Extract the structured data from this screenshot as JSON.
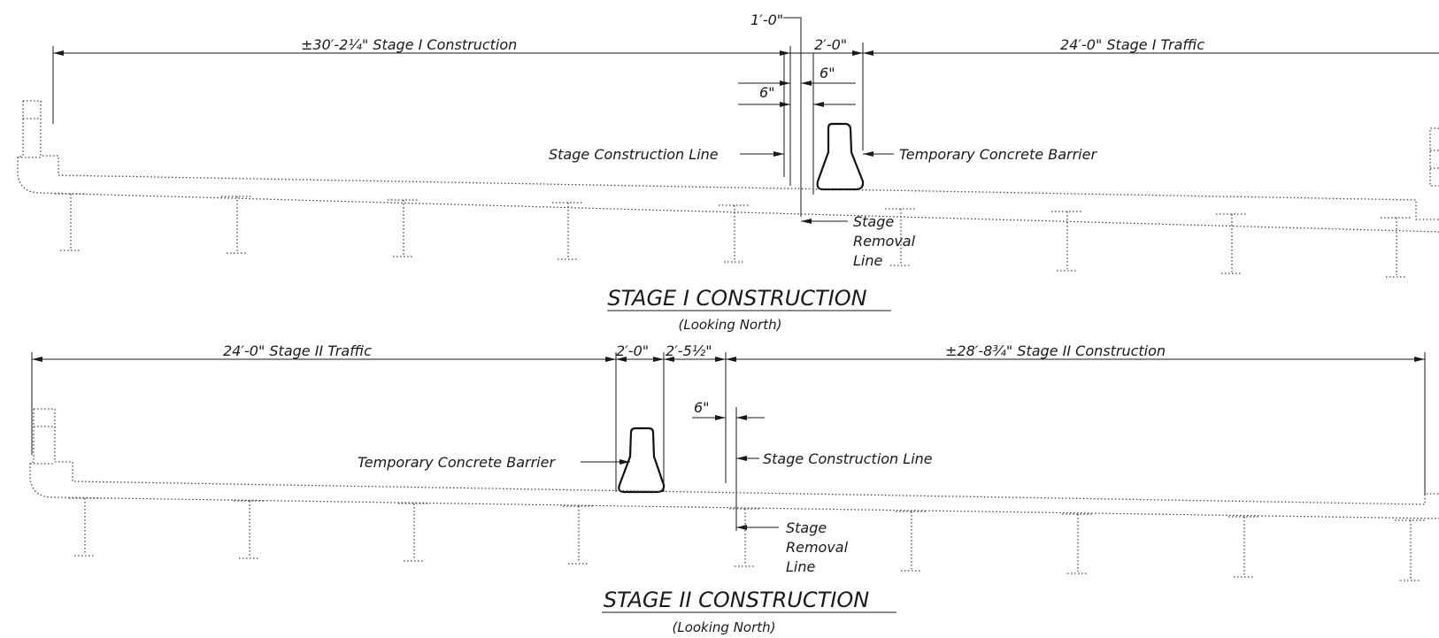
{
  "stage1": {
    "dim_construction": "±30′-2¼\" Stage I Construction",
    "dim_traffic": "24′-0\" Stage I Traffic",
    "dim_1ft": "1′-0\"",
    "dim_2ft": "2′-0\"",
    "dim_6in_a": "6\"",
    "dim_6in_b": "6\"",
    "label_construction_line": "Stage Construction Line",
    "label_barrier": "Temporary Concrete Barrier",
    "label_removal_1": "Stage",
    "label_removal_2": "Removal",
    "label_removal_3": "Line",
    "title": "STAGE I CONSTRUCTION",
    "subtitle": "(Looking North)"
  },
  "stage2": {
    "dim_traffic": "24′-0\" Stage II Traffic",
    "dim_2ft": "2′-0\"",
    "dim_2ft5": "2′-5½\"",
    "dim_construction": "±28′-8¾\" Stage II Construction",
    "dim_6in": "6\"",
    "label_barrier": "Temporary Concrete Barrier",
    "label_construction_line": "Stage Construction Line",
    "label_removal_1": "Stage",
    "label_removal_2": "Removal",
    "label_removal_3": "Line",
    "title": "STAGE II CONSTRUCTION",
    "subtitle": "(Looking North)"
  }
}
